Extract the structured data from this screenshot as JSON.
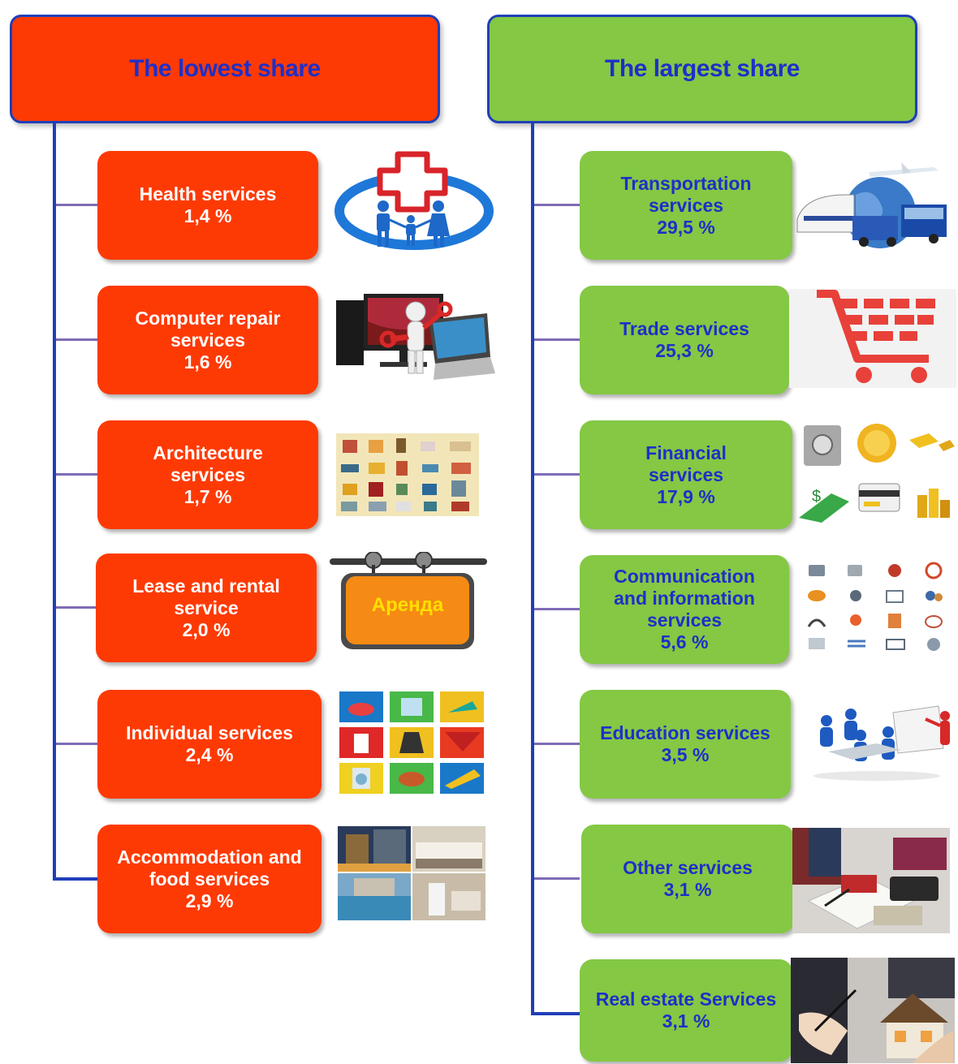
{
  "colors": {
    "lowest": "#fe3a04",
    "largest": "#84c844",
    "connector": "#1f3fb8",
    "header_text": "#1f2fc8"
  },
  "lowest": {
    "title": "The lowest share",
    "items": [
      {
        "label": "Health services",
        "value": "1,4 %",
        "icon": "health-family-cross-icon"
      },
      {
        "label": "Computer repair services",
        "value": "1,6 %",
        "icon": "computer-repair-icon"
      },
      {
        "label": "Architecture services",
        "value": "1,7 %",
        "icon": "architecture-icons-grid"
      },
      {
        "label": "Lease and rental service",
        "value": "2,0 %",
        "icon": "rent-sign-icon",
        "icon_text": "Аренда"
      },
      {
        "label": "Individual services",
        "value": "2,4 %",
        "icon": "household-items-grid"
      },
      {
        "label": "Accommodation and food services",
        "value": "2,9 %",
        "icon": "hotel-photos"
      }
    ]
  },
  "largest": {
    "title": "The largest share",
    "items": [
      {
        "label": "Transportation services",
        "value": "29,5 %",
        "icon": "transport-globe-icon"
      },
      {
        "label": "Trade services",
        "value": "25,3 %",
        "icon": "shopping-cart-icon"
      },
      {
        "label": "Financial services",
        "value": "17,9 %",
        "icon": "finance-icons-grid"
      },
      {
        "label": "Communication and information services",
        "value": "5,6 %",
        "icon": "communication-icons-grid"
      },
      {
        "label": "Education services",
        "value": "3,5 %",
        "icon": "classroom-icon"
      },
      {
        "label": "Other services",
        "value": "3,1 %",
        "icon": "business-paperwork-photo"
      },
      {
        "label": "Real estate Services",
        "value": "3,1 %",
        "icon": "house-model-photo"
      }
    ]
  }
}
